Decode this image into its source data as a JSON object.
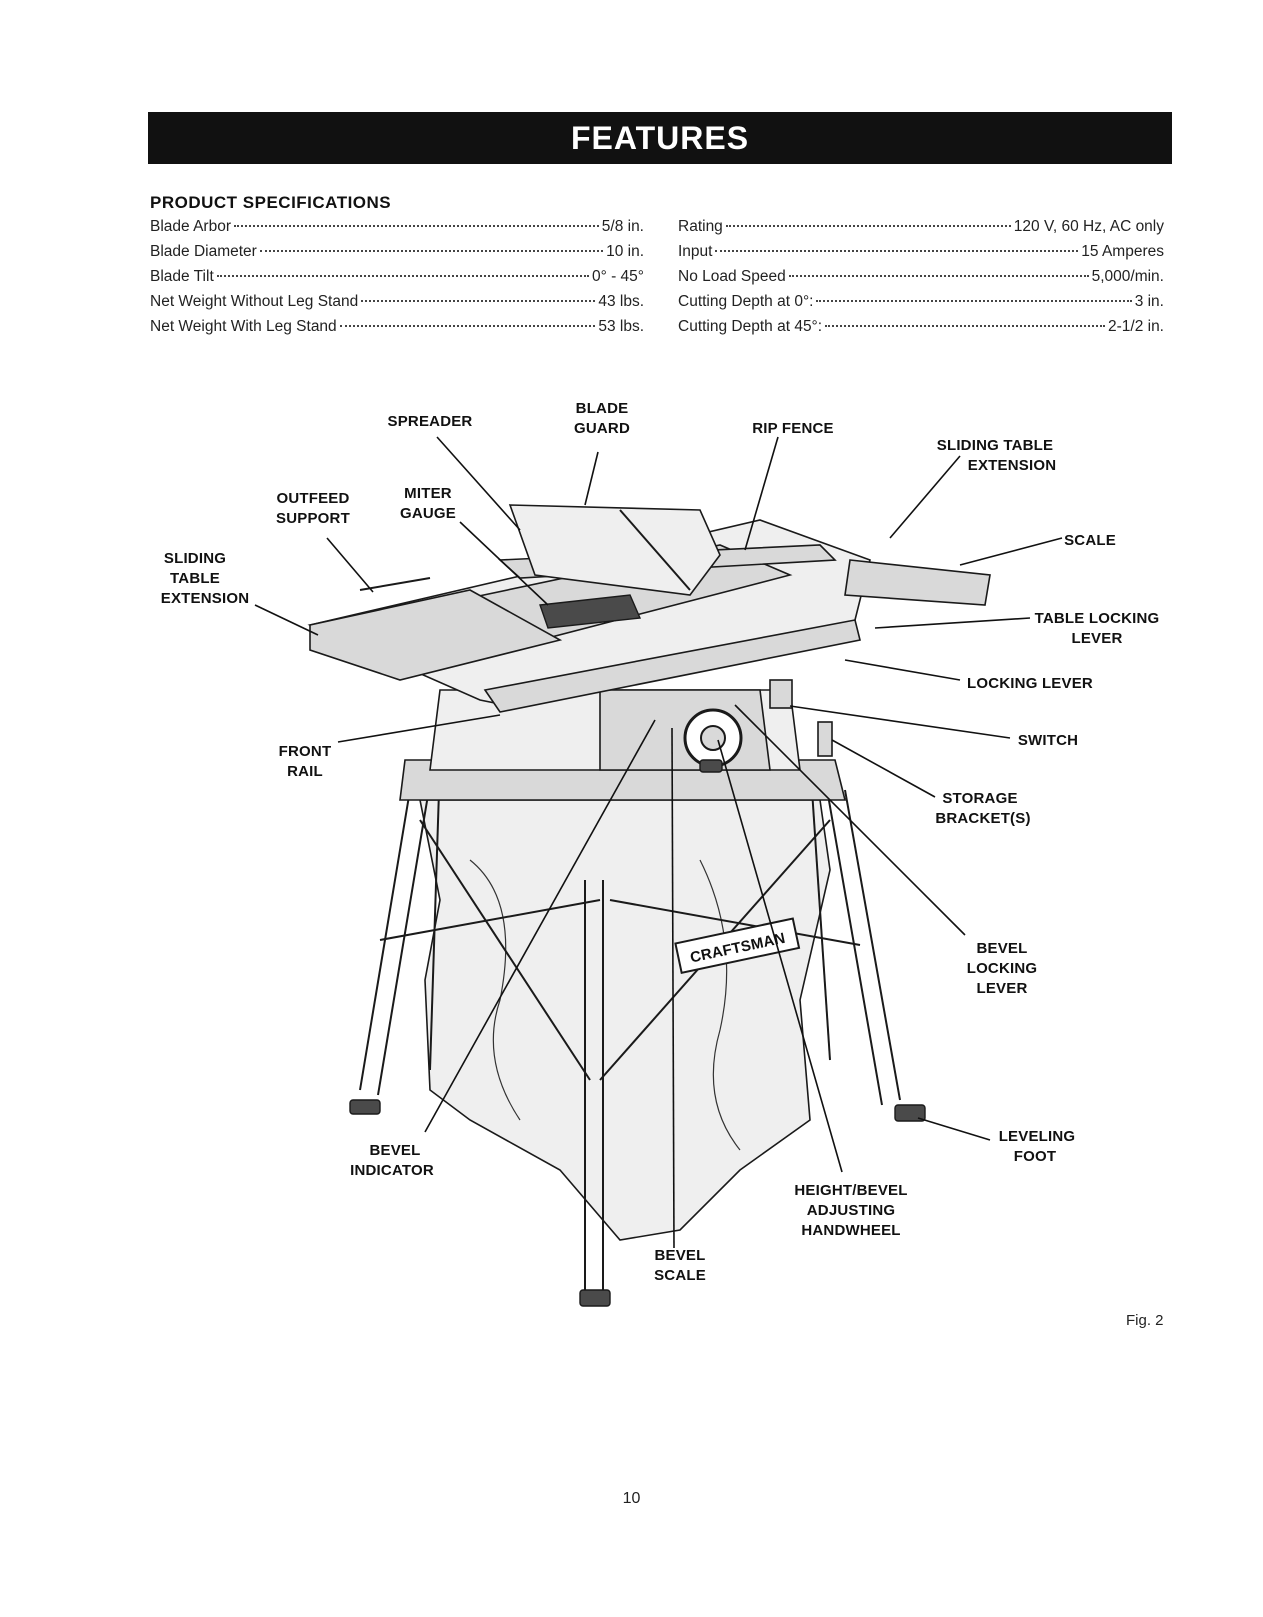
{
  "banner": {
    "title": "FEATURES"
  },
  "specs": {
    "heading": "PRODUCT SPECIFICATIONS",
    "left": [
      {
        "label": "Blade Arbor",
        "value": "5/8 in."
      },
      {
        "label": "Blade Diameter",
        "value": "10 in."
      },
      {
        "label": "Blade Tilt",
        "value": "0° - 45°"
      },
      {
        "label": "Net Weight Without Leg Stand",
        "value": "43 lbs."
      },
      {
        "label": "Net Weight With Leg Stand",
        "value": "53 lbs."
      }
    ],
    "right": [
      {
        "label": "Rating",
        "value": "120 V, 60 Hz, AC only"
      },
      {
        "label": "Input",
        "value": "15 Amperes"
      },
      {
        "label": "No Load Speed",
        "value": "5,000/min."
      },
      {
        "label": "Cutting Depth at 0°:",
        "value": "3 in."
      },
      {
        "label": "Cutting Depth at 45°:",
        "value": "2-1/2 in."
      }
    ]
  },
  "figure": {
    "brand_text": "CRAFTSMAN",
    "callouts": {
      "spreader": "SPREADER",
      "blade_guard": [
        "BLADE",
        "GUARD"
      ],
      "rip_fence": "RIP FENCE",
      "sliding_table_extension_right": [
        "SLIDING TABLE",
        "EXTENSION"
      ],
      "outfeed_support": [
        "OUTFEED",
        "SUPPORT"
      ],
      "miter_gauge": [
        "MITER",
        "GAUGE"
      ],
      "scale": "SCALE",
      "sliding_table_extension_left": [
        "SLIDING",
        "TABLE",
        "EXTENSION"
      ],
      "table_locking_lever": [
        "TABLE LOCKING",
        "LEVER"
      ],
      "locking_lever": "LOCKING LEVER",
      "front_rail": [
        "FRONT",
        "RAIL"
      ],
      "switch": "SWITCH",
      "storage_brackets": [
        "STORAGE",
        "BRACKET(S)"
      ],
      "bevel_locking_lever": [
        "BEVEL",
        "LOCKING",
        "LEVER"
      ],
      "leveling_foot": [
        "LEVELING",
        "FOOT"
      ],
      "bevel_indicator": [
        "BEVEL",
        "INDICATOR"
      ],
      "height_bevel_handwheel": [
        "HEIGHT/BEVEL",
        "ADJUSTING",
        "HANDWHEEL"
      ],
      "bevel_scale": [
        "BEVEL",
        "SCALE"
      ]
    },
    "caption": "Fig. 2"
  },
  "page_number": "10"
}
